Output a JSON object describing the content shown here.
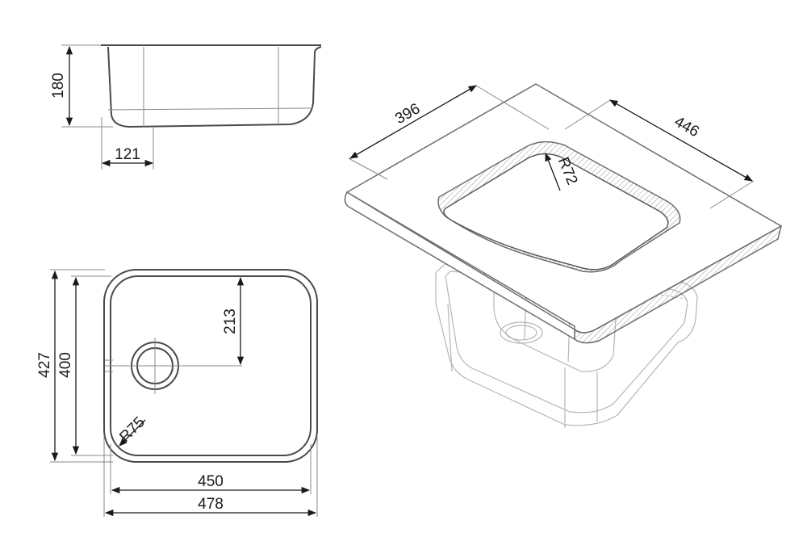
{
  "diagram": {
    "side_view": {
      "height_label": "180",
      "offset_label": "121"
    },
    "top_view": {
      "inner_height_label": "400",
      "outer_height_label": "427",
      "drain_offset_label": "213",
      "radius_label": "R75",
      "inner_width_label": "450",
      "outer_width_label": "478"
    },
    "perspective_view": {
      "cutout_width_label": "396",
      "cutout_depth_label": "446",
      "cutout_radius_label": "R72"
    }
  }
}
